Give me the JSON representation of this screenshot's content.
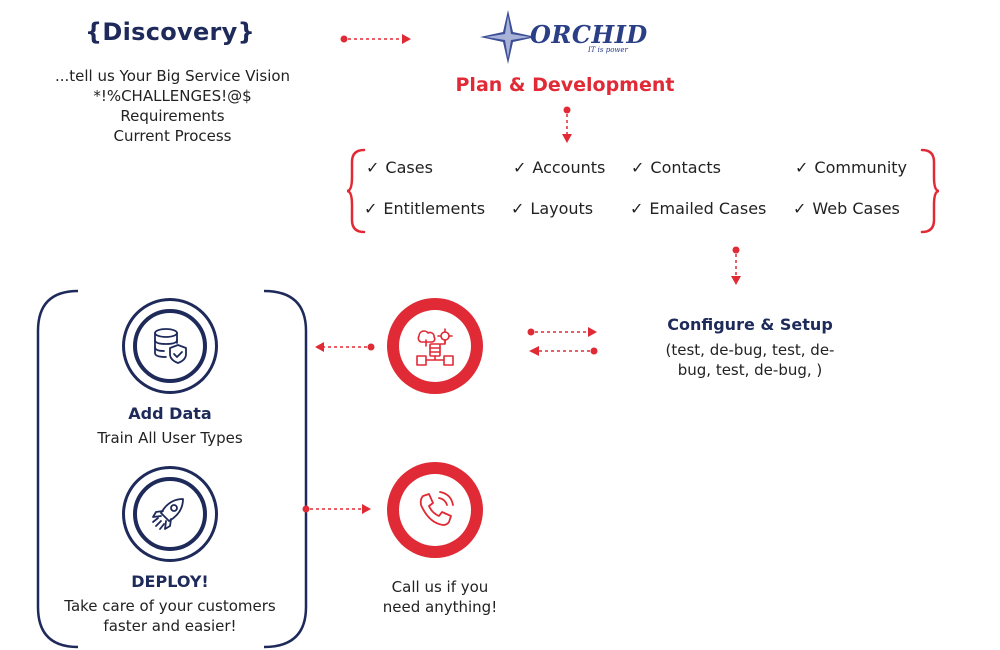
{
  "discovery": {
    "title": "{Discovery}",
    "lines": [
      "...tell us Your Big Service Vision",
      "*!%CHALLENGES!@$",
      "Requirements",
      "Current Process"
    ]
  },
  "logo": {
    "name": "ORCHID",
    "tagline": "IT is power"
  },
  "plan": {
    "title": "Plan & Development",
    "checkmark": "✓",
    "items": [
      "Cases",
      "Accounts",
      "Contacts",
      "Community",
      "Entitlements",
      "Layouts",
      "Emailed Cases",
      "Web Cases"
    ]
  },
  "configure": {
    "title": "Configure & Setup",
    "lines": [
      "(test, de-bug, test, de-",
      "bug, test, de-bug, )"
    ]
  },
  "add_data": {
    "title": "Add Data",
    "subtitle": "Train All User Types"
  },
  "deploy": {
    "title": "DEPLOY!",
    "lines": [
      "Take care of your customers",
      "faster and easier!"
    ]
  },
  "call": {
    "lines": [
      "Call us if you",
      "need anything!"
    ]
  },
  "icons": {
    "add_data": "database-shield-icon",
    "deploy": "rocket-icon",
    "configure": "workflow-icon",
    "call": "phone-icon"
  },
  "colors": {
    "navy": "#1e2a5a",
    "red": "#e02a35"
  }
}
